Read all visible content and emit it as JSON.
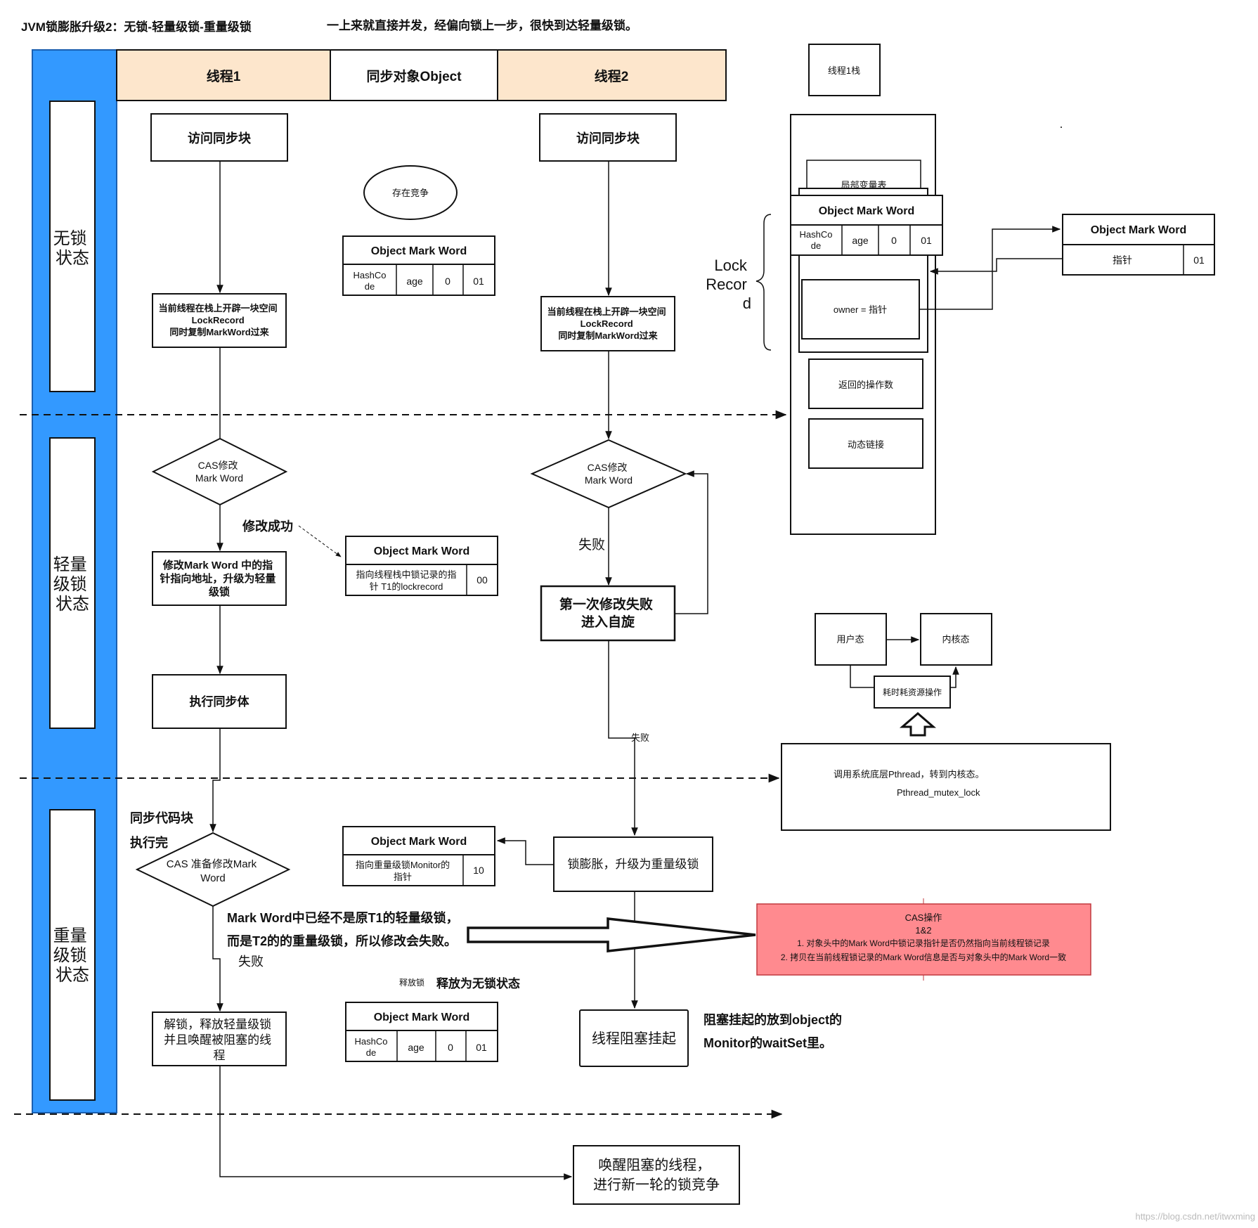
{
  "header": {
    "title": "JVM锁膨胀升级2：无锁-轻量级锁-重量级锁",
    "subtitle": "一上来就直接并发，经偏向锁上一步，很快到达轻量级锁。"
  },
  "columns": {
    "thread1": "线程1",
    "sync_object": "同步对象Object",
    "thread2": "线程2"
  },
  "lanes": {
    "nolock": [
      "无锁",
      "状态"
    ],
    "light": [
      "轻量",
      "级锁",
      "状态"
    ],
    "heavy": [
      "重量",
      "级锁",
      "状态"
    ]
  },
  "thread1": {
    "access": "访问同步块",
    "alloc": [
      "当前线程在栈上开辟一块空间",
      "LockRecord",
      "同时复制MarkWord过来"
    ],
    "cas": [
      "CAS修改",
      "Mark Word"
    ],
    "modify_success": "修改成功",
    "modify_box": [
      "修改Mark Word 中的指",
      "针指向地址，升级为轻量",
      "级锁"
    ],
    "exec": "执行同步体",
    "sync_done": [
      "同步代码块",
      "执行完"
    ],
    "cas_release": [
      "CAS 准备修改Mark",
      "Word"
    ],
    "explain": [
      "Mark Word中已经不是原T1的轻量级锁，",
      "而是T2的的重量级锁，所以修改会失败。"
    ],
    "fail": "失败",
    "unlock": [
      "解锁，释放轻量级锁",
      "并且唤醒被阻塞的线",
      "程"
    ]
  },
  "thread2": {
    "access": "访问同步块",
    "alloc": [
      "当前线程在栈上开辟一块空间",
      "LockRecord",
      "同时复制MarkWord过来"
    ],
    "cas": [
      "CAS修改",
      "Mark Word"
    ],
    "fail1": "失败",
    "spin": [
      "第一次修改失败",
      "进入自旋"
    ],
    "fail2": "失败",
    "inflate": "锁膨胀，升级为重量级锁",
    "block": "线程阻塞挂起",
    "block_note": [
      "阻塞挂起的放到object的",
      "Monitor的waitSet里。"
    ]
  },
  "object": {
    "contention": "存在竞争",
    "mw_title": "Object Mark Word",
    "mw1": [
      "HashCode",
      "age",
      "0",
      "01"
    ],
    "mw2": [
      "指向线程栈中锁记录的指针 T1的lockrecord",
      "00"
    ],
    "mw3": [
      "指向重量级锁Monitor的指针",
      "10"
    ],
    "release_small": "释放锁",
    "release_big": "释放为无锁状态",
    "mw4": [
      "HashCode",
      "age",
      "0",
      "01"
    ]
  },
  "final": [
    "唤醒阻塞的线程，",
    "进行新一轮的锁竞争"
  ],
  "stack": {
    "label": "线程1栈",
    "local_vars": "局部变量表",
    "mw_title": "Object Mark Word",
    "mw": [
      "HashCode",
      "age",
      "0",
      "01"
    ],
    "owner": "owner = 指针",
    "lock_record": [
      "Lock",
      "Recor",
      "d"
    ],
    "ret": "返回的操作数",
    "dyn": "动态链接"
  },
  "right_mw": {
    "title": "Object Mark Word",
    "ptr": "指针",
    "val": "01"
  },
  "kernel": {
    "user": "用户态",
    "kernel": "内核态",
    "costly": "耗时耗资源操作",
    "call": "调用系统底层Pthread，转到内核态。",
    "fn": "Pthread_mutex_lock"
  },
  "cas_box": {
    "title": "CAS操作",
    "sub": "1&2",
    "l1": "1. 对象头中的Mark Word中锁记录指针是否仍然指向当前线程锁记录",
    "l2": "2. 拷贝在当前线程锁记录的Mark Word信息是否与对象头中的Mark Word一致"
  },
  "watermark": "https://blog.csdn.net/itwxming",
  "colors": {
    "lane_blue": "#3399ff",
    "header_peach": "#fde6cc",
    "cas_red": "#ff8a8f"
  }
}
